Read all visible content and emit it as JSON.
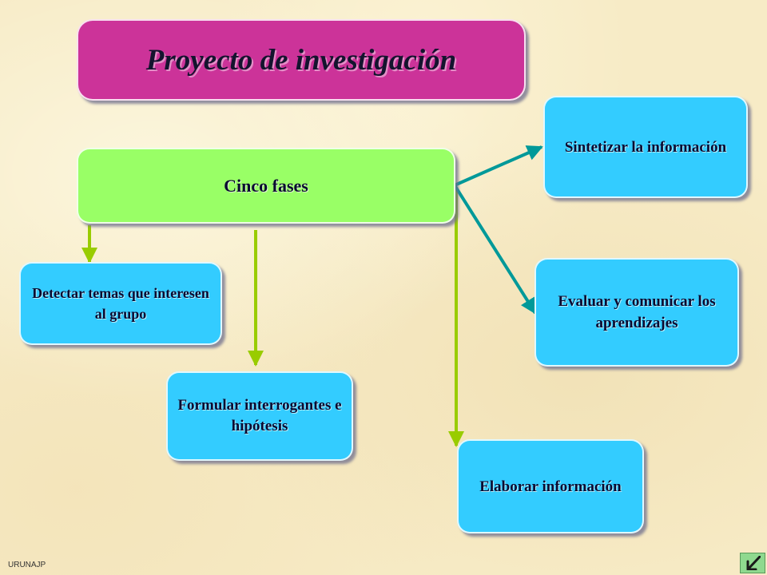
{
  "title": "Proyecto de investigación",
  "center": "Cinco fases",
  "phases": [
    {
      "label": "Detectar temas que interesen al grupo"
    },
    {
      "label": "Formular interrogantes e hipótesis"
    },
    {
      "label": "Elaborar información"
    },
    {
      "label": "Evaluar y comunicar los aprendizajes"
    },
    {
      "label": "Sintetizar la información"
    }
  ],
  "footer": "URUNAJP",
  "colors": {
    "title_box": "#cc3399",
    "center_box": "#99ff66",
    "phase_box": "#33ccff",
    "green_arrow": "#99cc00",
    "teal_arrow": "#009999",
    "background": "#f7ebc6"
  },
  "nav": {
    "icon": "back-arrow-icon"
  }
}
